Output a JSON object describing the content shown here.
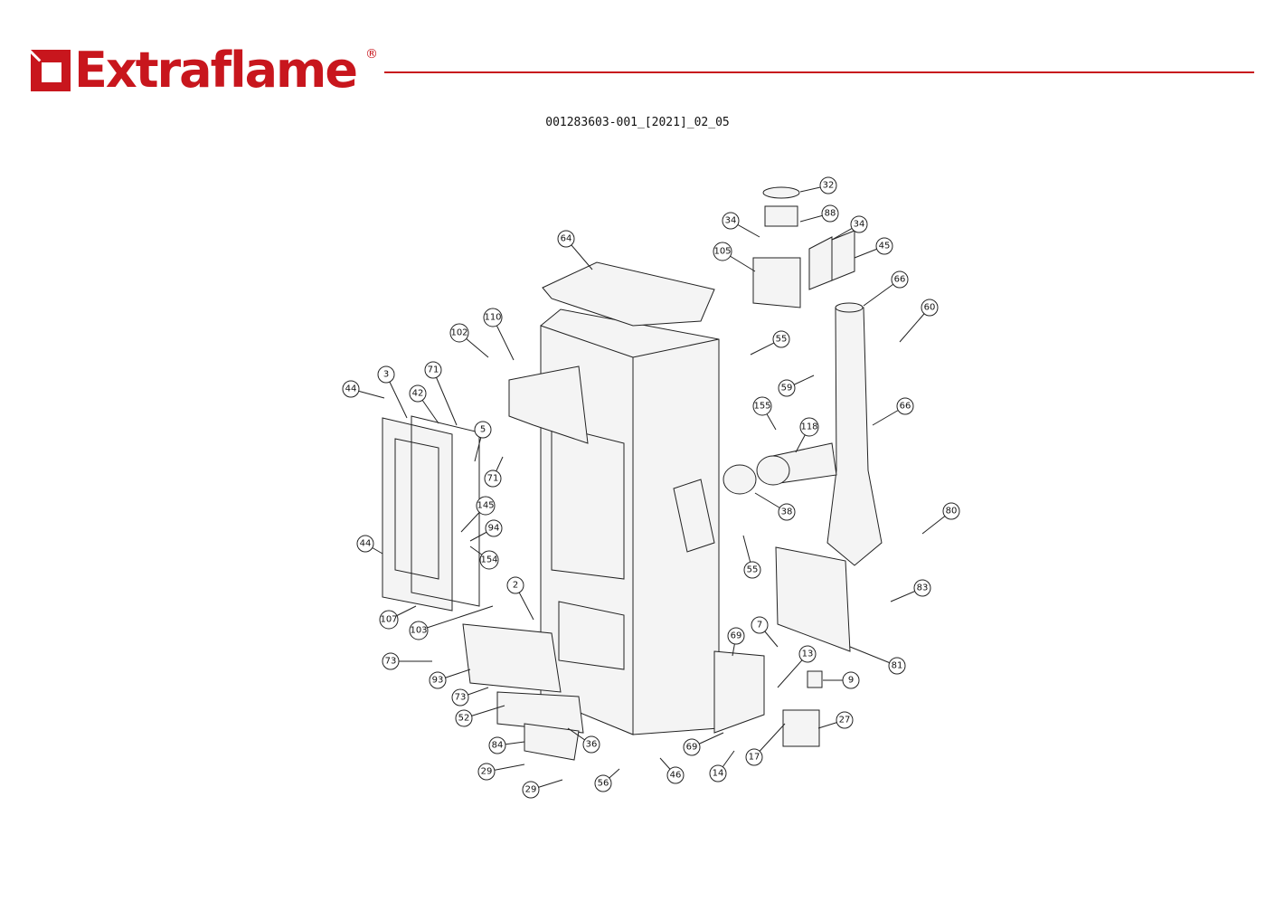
{
  "header": {
    "brand": "Extraflame",
    "registered_mark": "®",
    "document_id": "001283603-001_[2021]_02_05",
    "brand_color": "#c8161d"
  },
  "diagram": {
    "callouts": [
      "32",
      "88",
      "34",
      "34",
      "45",
      "105",
      "64",
      "66",
      "60",
      "110",
      "102",
      "55",
      "59",
      "3",
      "71",
      "44",
      "42",
      "5",
      "155",
      "118",
      "66",
      "71",
      "38",
      "145",
      "94",
      "80",
      "44",
      "154",
      "55",
      "2",
      "83",
      "107",
      "103",
      "69",
      "7",
      "13",
      "73",
      "81",
      "9",
      "93",
      "73",
      "27",
      "52",
      "36",
      "84",
      "69",
      "17",
      "14",
      "46",
      "29",
      "56",
      "29"
    ]
  }
}
